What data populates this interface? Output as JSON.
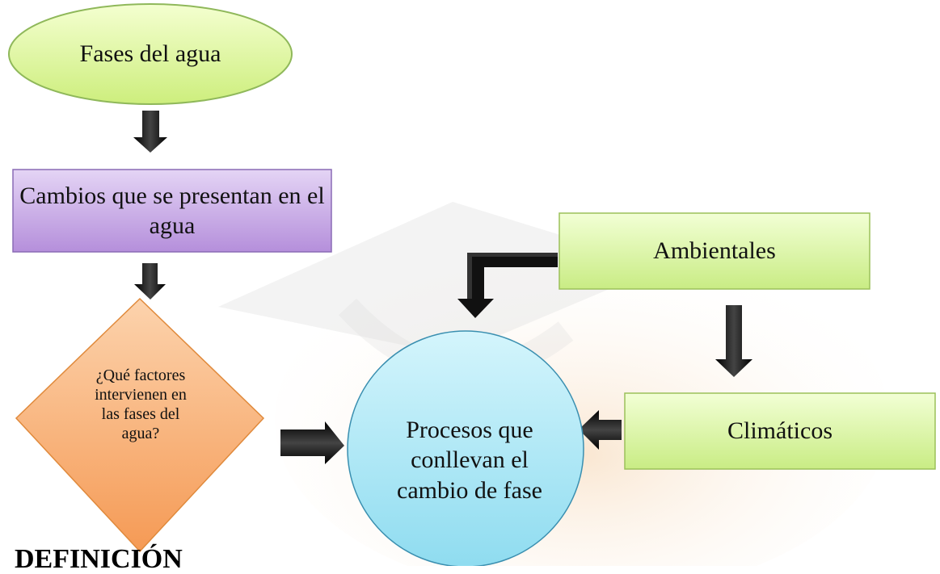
{
  "nodes": {
    "fases_del_agua": "Fases del agua",
    "cambios": "Cambios que se presentan en el agua",
    "pregunta": "¿Qué factores intervienen en las fases del agua?",
    "ambientales": "Ambientales",
    "climaticos": "Climáticos",
    "procesos": "Procesos que conllevan el cambio de fase"
  },
  "heading": "DEFINICIÓN",
  "colors": {
    "oval_fill": "#dff79a",
    "oval_stroke": "#8fb85a",
    "cambios_fill": "#c7a7e6",
    "cambios_stroke": "#8a6bb5",
    "diamond_fill": "#f9b27a",
    "diamond_stroke": "#e08a3c",
    "green_box_fill": "#dcf49c",
    "green_box_stroke": "#9bc05a",
    "circle_fill": "#aee8f5",
    "circle_stroke": "#3a8fb0",
    "arrow": "#111111"
  }
}
